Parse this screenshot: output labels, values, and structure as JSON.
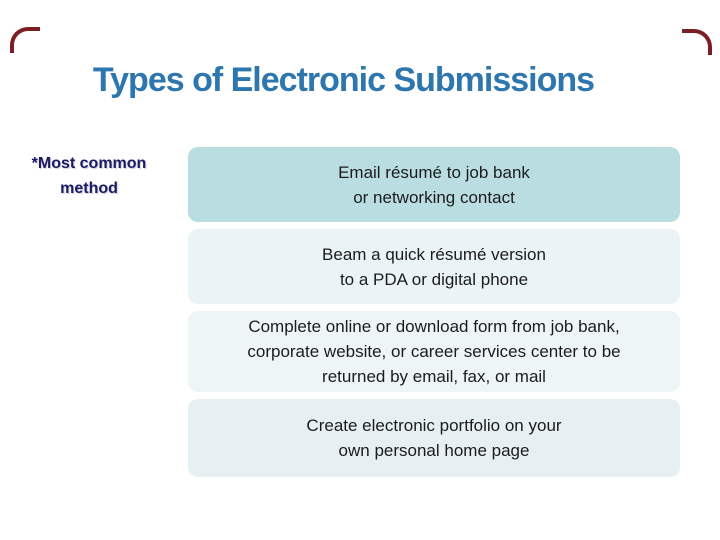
{
  "slide": {
    "title": "Types of Electronic Submissions",
    "side_note": {
      "line1": "*Most common",
      "line2": "method"
    },
    "boxes": [
      {
        "fill": "#badde2",
        "lines": {
          "0": "Email résumé to job bank",
          "1": "or networking contact"
        }
      },
      {
        "fill": "#eaf3f5",
        "lines": {
          "0": "Beam a quick résumé version",
          "1": "to a PDA or digital phone"
        }
      },
      {
        "fill": "#eef5f6",
        "lines": {
          "0": "Complete online or download form from job bank,",
          "1": "corporate website, or career services center to be",
          "2": "returned by email, fax, or mail"
        }
      },
      {
        "fill": "#e6f0f3",
        "lines": {
          "0": "Create electronic portfolio on your",
          "1": "own personal home page"
        }
      }
    ],
    "colors": {
      "title": "#2d76ae",
      "side_note": "#1b1a63",
      "box_text": "#1c1c1c",
      "corner_accent": "#7b2022"
    }
  }
}
